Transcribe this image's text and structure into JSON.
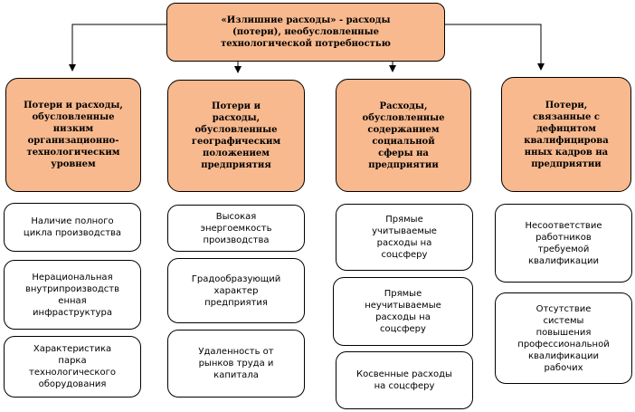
{
  "root": {
    "text": "«Излишние расходы» - расходы\n(потери), необусловленные\nтехнологической потребностью"
  },
  "categories": [
    {
      "title": "Потери и расходы,\nобусловленные\nнизким\nорганизационно-\nтехнологическим\nуровнем",
      "items": [
        "Наличие полного\nцикла производства",
        "Нерациональная\nвнутрипроизводств\nенная\nинфраструктура",
        "Характеристика\nпарка\nтехнологического\nоборудования"
      ]
    },
    {
      "title": "Потери и\nрасходы,\nобусловленные\nгеографическим\nположением\nпредприятия",
      "items": [
        "Высокая\nэнергоемкость\nпроизводства",
        "Градообразующий\nхарактер\nпредприятия",
        "Удаленность от\nрынков труда и\nкапитала"
      ]
    },
    {
      "title": "Расходы,\nобусловленные\nсодержанием\nсоциальной\nсферы на\nпредприятии",
      "items": [
        "Прямые\nучитываемые\nрасходы на\nсоцсферу",
        "Прямые\nнеучитываемые\nрасходы на\nсоцсферу",
        "Косвенные расходы\nна соцсферу"
      ]
    },
    {
      "title": "Потери,\nсвязанные с\nдефицитом\nквалифицирова\nнных кадров на\nпредприятии",
      "items": [
        "Несоответствие\nработников\nтребуемой\nквалификации",
        "Отсутствие\nсистемы\nповышения\nпрофессиональной\nквалификации\nрабочих"
      ]
    }
  ]
}
